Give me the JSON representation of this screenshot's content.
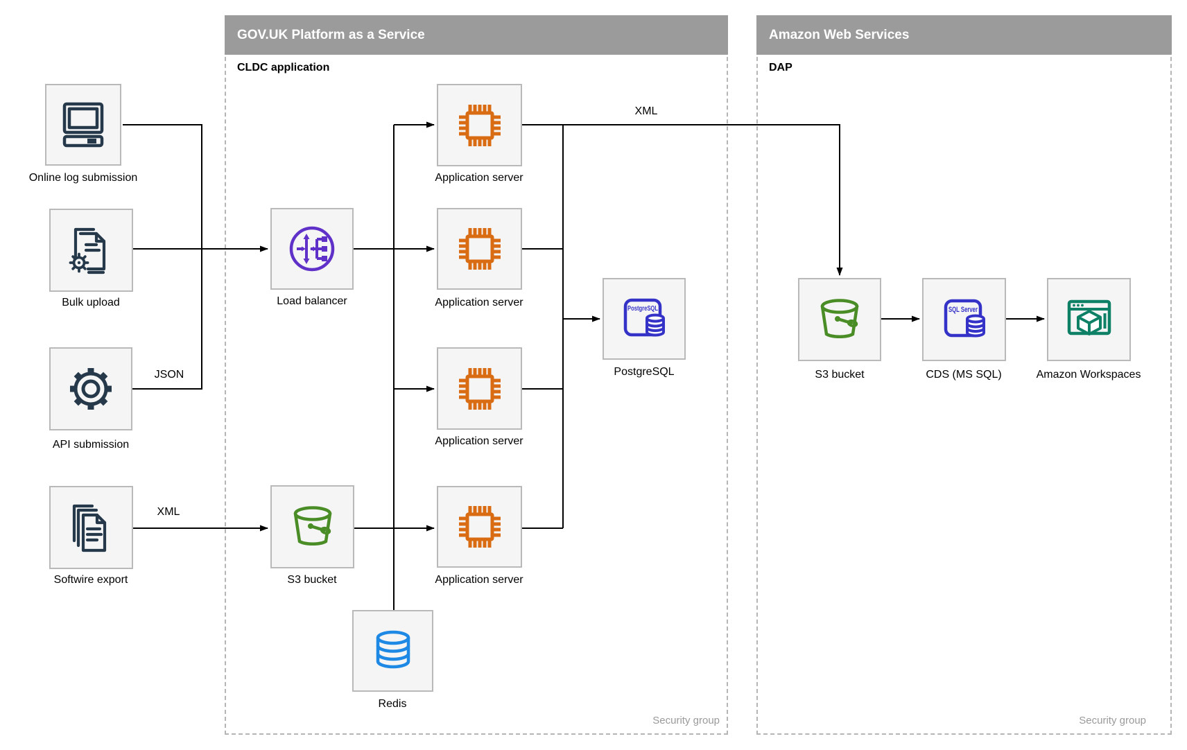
{
  "containers": {
    "govuk": {
      "title": "GOV.UK Platform as a Service",
      "subtitle": "CLDC application",
      "footer": "Security group"
    },
    "aws": {
      "title": "Amazon Web Services",
      "subtitle": "DAP",
      "footer": "Security group"
    }
  },
  "nodes": {
    "online_log": {
      "label": "Online log submission"
    },
    "bulk_upload": {
      "label": "Bulk upload"
    },
    "api_submission": {
      "label": "API submission"
    },
    "softwire_export": {
      "label": "Softwire export"
    },
    "load_balancer": {
      "label": "Load balancer"
    },
    "s3_bucket_paas": {
      "label": "S3 bucket"
    },
    "app_servers": [
      {
        "label": "Application server"
      },
      {
        "label": "Application server"
      },
      {
        "label": "Application server"
      },
      {
        "label": "Application server"
      }
    ],
    "redis": {
      "label": "Redis"
    },
    "postgresql": {
      "label": "PostgreSQL",
      "icon_text": "PostgreSQL"
    },
    "s3_bucket_aws": {
      "label": "S3 bucket"
    },
    "cds": {
      "label": "CDS (MS SQL)",
      "icon_text": "SQL Server"
    },
    "workspaces": {
      "label": "Amazon Workspaces"
    }
  },
  "edge_labels": {
    "json_api": "JSON",
    "xml_softwire": "XML",
    "xml_to_aws": "XML"
  },
  "colors": {
    "header_bar": "#9b9b9b",
    "node_fill": "#f5f5f5",
    "node_border": "#b9b9b9",
    "outline_dark": "#26394a",
    "app_server_orange": "#d96c13",
    "load_balancer_purple": "#5f31c9",
    "s3_green": "#4a8c26",
    "redis_blue": "#1e88e5",
    "database_indigo": "#3532c8",
    "workspaces_teal": "#0e8066",
    "edge_black": "#000000",
    "security_label_gray": "#9a9a9a"
  }
}
